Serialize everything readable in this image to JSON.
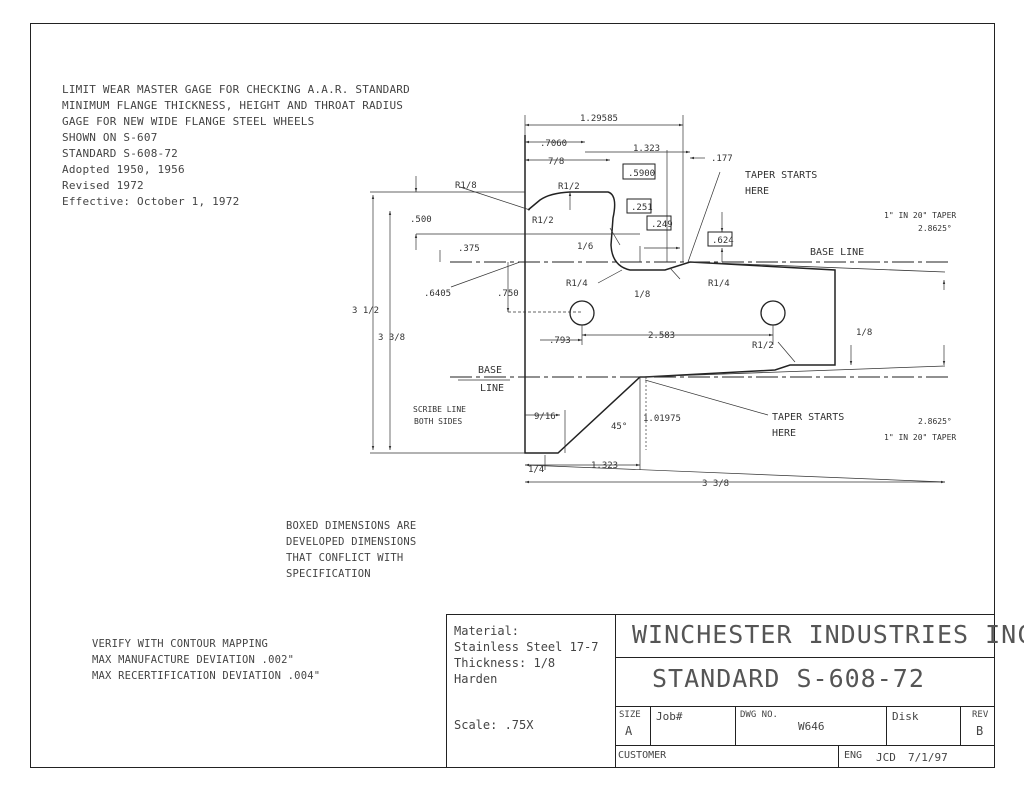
{
  "notes": {
    "header": [
      "LIMIT WEAR MASTER GAGE FOR CHECKING A.A.R. STANDARD",
      "MINIMUM FLANGE THICKNESS, HEIGHT AND THROAT RADIUS",
      "GAGE FOR NEW WIDE FLANGE STEEL WHEELS",
      "SHOWN ON S-607",
      "STANDARD S-608-72",
      "Adopted 1950, 1956",
      "Revised 1972",
      "Effective: October 1, 1972"
    ],
    "boxed": [
      "BOXED DIMENSIONS ARE",
      "DEVELOPED DIMENSIONS",
      "THAT CONFLICT WITH",
      "SPECIFICATION"
    ],
    "verify": [
      "VERIFY WITH CONTOUR MAPPING",
      "MAX MANUFACTURE DEVIATION .002\"",
      "MAX RECERTIFICATION DEVIATION .004\""
    ]
  },
  "dimensions": {
    "d_129585": "1.29585",
    "d_7060": ".7060",
    "d_1323_top": "1.323",
    "d_177": ".177",
    "d_78": "7/8",
    "d_r12_a": "R1/2",
    "d_5900": ".5900",
    "d_r18": "R1/8",
    "d_251": ".251",
    "d_r12_b": "R1/2",
    "d_249": ".249",
    "d_500": ".500",
    "d_624": ".624",
    "d_375": ".375",
    "d_16": "1/6",
    "d_r14_a": "R1/4",
    "d_r14_b": "R1/4",
    "d_18_a": "1/8",
    "d_6405": ".6405",
    "d_750": ".750",
    "d_312": "3 1/2",
    "d_338_left": "3 3/8",
    "d_793": ".793",
    "d_2583": "2.583",
    "d_r12_c": "R1/2",
    "d_18_b": "1/8",
    "d_916": "9/16",
    "d_45": "45°",
    "d_101975": "1.01975",
    "d_14": "1/4",
    "d_1323_bottom": "1.323",
    "d_338_bottom": "3 3/8",
    "taper_top_a": "1\" IN 20\" TAPER",
    "taper_top_b": "2.8625°",
    "taper_bot_a": "2.8625°",
    "taper_bot_b": "1\" IN 20\" TAPER"
  },
  "callouts": {
    "taper_starts_top_1": "TAPER STARTS",
    "taper_starts_top_2": "HERE",
    "taper_starts_bot_1": "TAPER STARTS",
    "taper_starts_bot_2": "HERE",
    "base_line_top": "BASE LINE",
    "base_line_bot_1": "BASE",
    "base_line_bot_2": "LINE",
    "scribe_1": "SCRIBE LINE",
    "scribe_2": "BOTH SIDES"
  },
  "title_block": {
    "material_label": "Material:",
    "material_value": "Stainless Steel 17-7",
    "thickness": "Thickness: 1/8",
    "harden": "Harden",
    "scale": "Scale: .75X",
    "company": "WINCHESTER INDUSTRIES INC.",
    "drawing_title": "STANDARD S-608-72",
    "size_label": "SIZE",
    "size_value": "A",
    "job_label": "Job#",
    "dwg_label": "DWG NO.",
    "dwg_value": "W646",
    "disk_label": "Disk",
    "rev_label": "REV",
    "rev_value": "B",
    "customer_label": "CUSTOMER",
    "eng_label": "ENG",
    "eng_value": "JCD",
    "date": "7/1/97"
  }
}
